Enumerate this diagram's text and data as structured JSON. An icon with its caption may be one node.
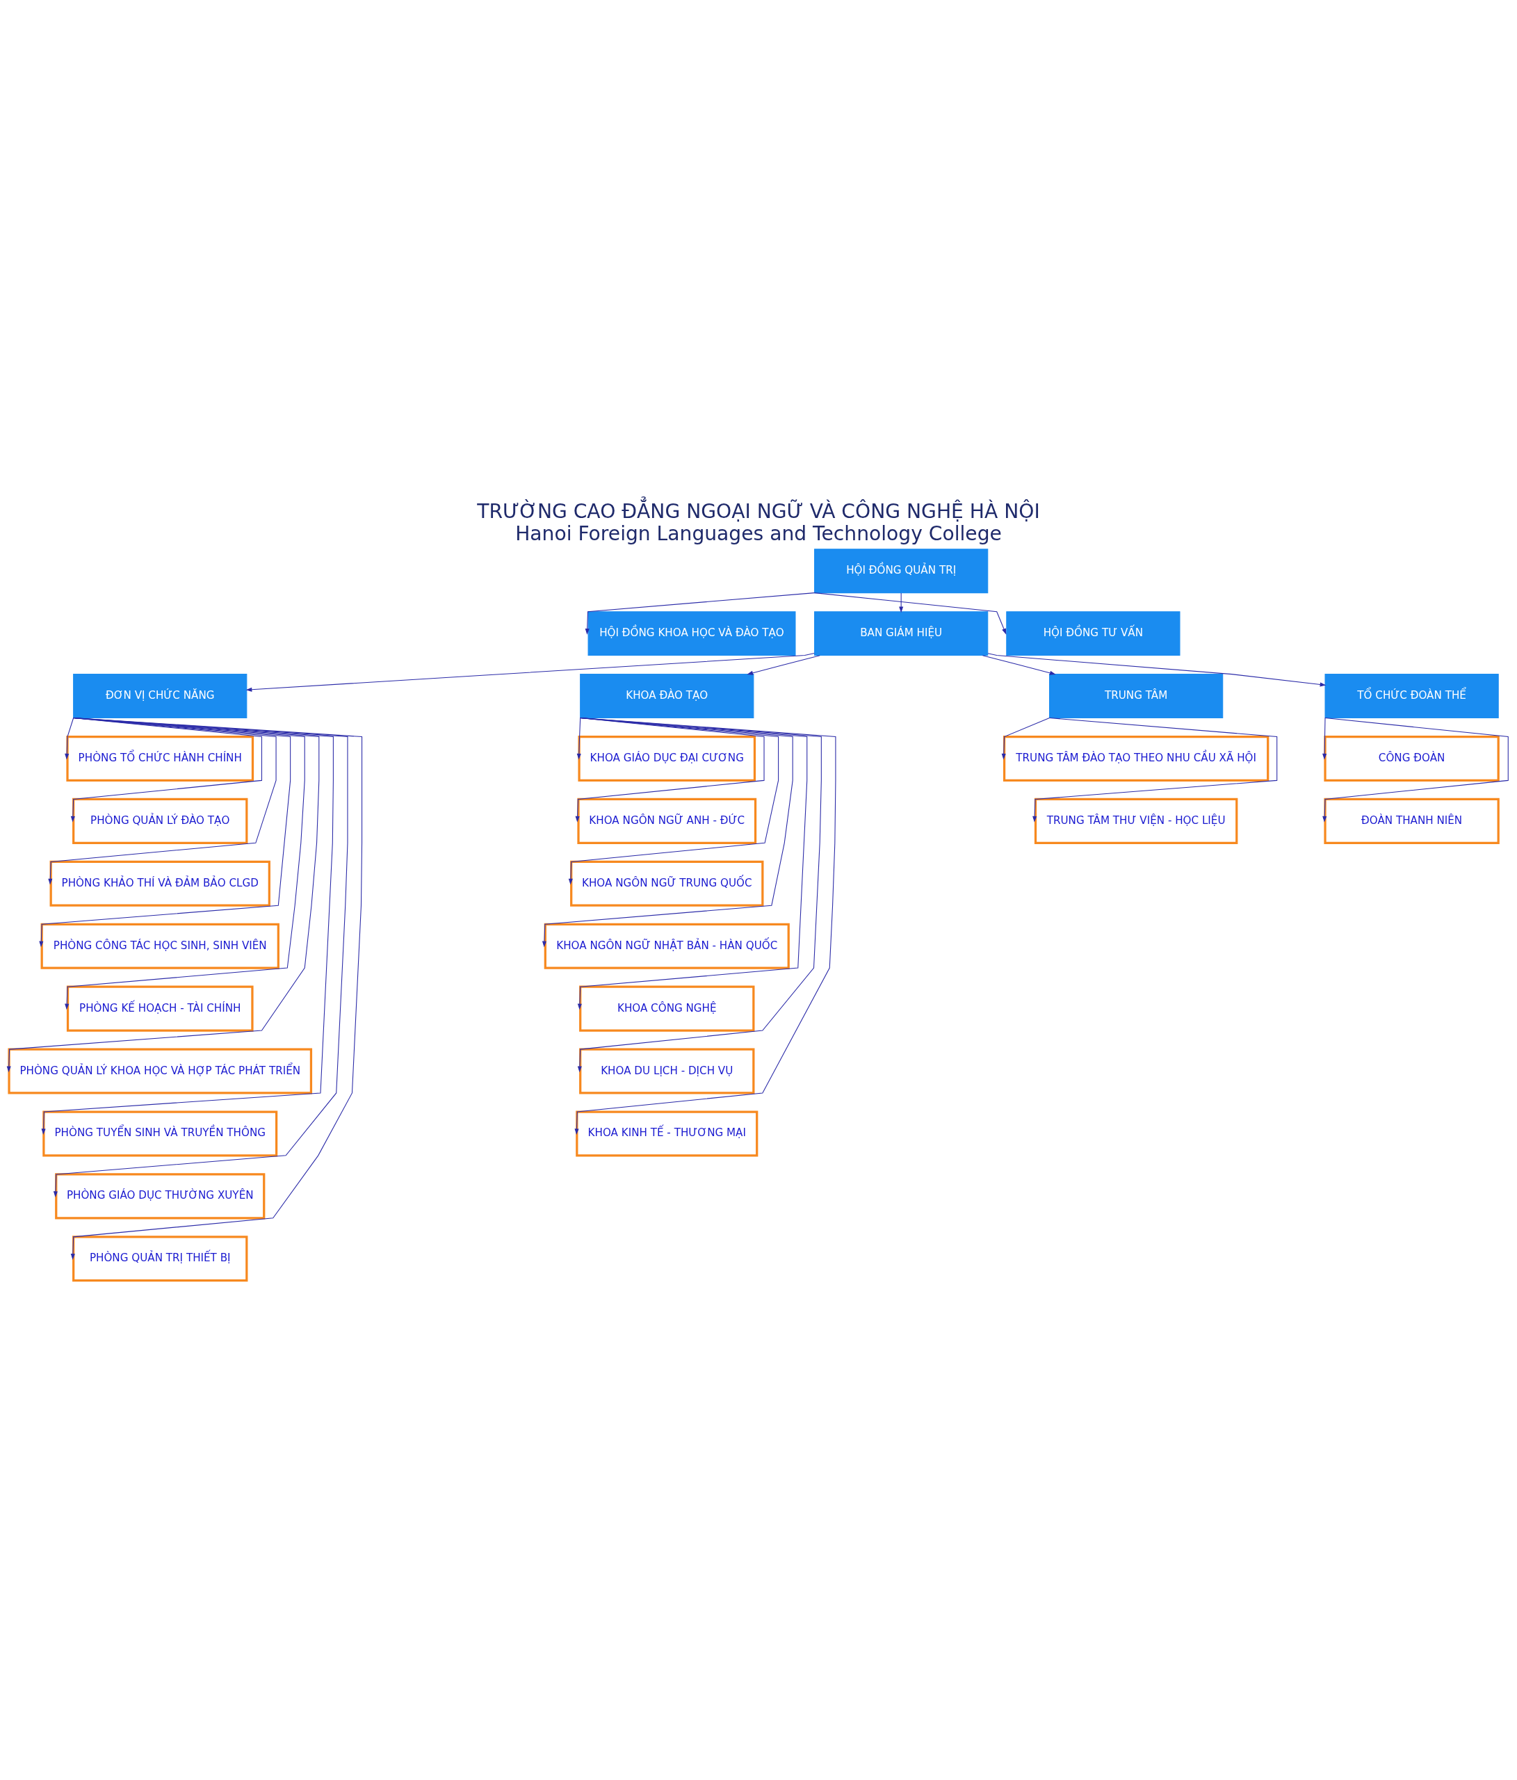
{
  "diagram": {
    "title": "TRƯỜNG CAO ĐẲNG NGOẠI NGỮ VÀ CÔNG NGHỆ HÀ NỘI",
    "caption": "Hanoi Foreign Languages and Technology College",
    "nodes": [
      {
        "text": [
          "HỘI ĐỒNG QUẢN TRỊ"
        ]
      },
      {
        "text": [
          "HỘI ĐỒNG KHOA HỌC VÀ ĐÀO TẠO"
        ]
      },
      {
        "text": [
          "BAN GIÁM HIỆU"
        ]
      },
      {
        "text": [
          "HỘI ĐỒNG TƯ VẤN"
        ]
      },
      {
        "text": [
          "ĐƠN VỊ CHỨC NĂNG"
        ]
      },
      {
        "text": [
          "KHOA ĐÀO TẠO"
        ]
      },
      {
        "text": [
          "TRUNG TÂM"
        ]
      },
      {
        "text": [
          "TỔ CHỨC ĐOÀN THỂ"
        ]
      },
      {
        "text": [
          "PHÒNG TỔ CHỨC HÀNH CHÍNH"
        ]
      },
      {
        "text": [
          "PHÒNG QUẢN LÝ ĐÀO TẠO"
        ]
      },
      {
        "text": [
          "PHÒNG KHẢO THÍ VÀ ĐẢM BẢO CLGD"
        ]
      },
      {
        "text": [
          "PHÒNG CÔNG TÁC HỌC SINH, SINH VIÊN"
        ]
      },
      {
        "text": [
          "PHÒNG KẾ HOẠCH - TÀI CHÍNH"
        ]
      },
      {
        "text": [
          "PHÒNG QUẢN LÝ KHOA HỌC VÀ HỢP TÁC PHÁT TRIỂN"
        ]
      },
      {
        "text": [
          "PHÒNG TUYỂN SINH VÀ TRUYỀN THÔNG"
        ]
      },
      {
        "text": [
          "PHÒNG GIÁO DỤC THƯỜNG XUYÊN"
        ]
      },
      {
        "text": [
          "PHÒNG QUẢN TRỊ THIẾT BỊ"
        ]
      },
      {
        "text": [
          "KHOA GIÁO DỤC ĐẠI CƯƠNG"
        ]
      },
      {
        "text": [
          "KHOA NGÔN NGỮ ANH - ĐỨC"
        ]
      },
      {
        "text": [
          "KHOA NGÔN NGỮ TRUNG QUỐC"
        ]
      },
      {
        "text": [
          "KHOA NGÔN NGỮ NHẬT BẢN - HÀN QUỐC"
        ]
      },
      {
        "text": [
          "KHOA CÔNG NGHỆ"
        ]
      },
      {
        "text": [
          "KHOA DU LỊCH - DỊCH VỤ"
        ]
      },
      {
        "text": [
          "KHOA KINH TẾ - THƯƠNG MẠI"
        ]
      },
      {
        "text": [
          "TRUNG TÂM ĐÀO TẠO THEO NHU CẦU XÃ HỘI"
        ]
      },
      {
        "text": [
          "TRUNG TÂM THƯ VIỆN - HỌC LIỆU"
        ]
      },
      {
        "text": [
          "CÔNG ĐOÀN"
        ]
      },
      {
        "text": [
          "ĐOÀN THANH NIÊN"
        ]
      }
    ],
    "edges": [
      {
        "from": 0,
        "to": 1,
        "arrow": "to"
      },
      {
        "from": 0,
        "to": 2,
        "arrow": "to"
      },
      {
        "from": 0,
        "to": 3,
        "arrow": "to"
      },
      {
        "from": 2,
        "to": 4,
        "arrow": "to"
      },
      {
        "from": 2,
        "to": 5,
        "arrow": "to"
      },
      {
        "from": 2,
        "to": 6,
        "arrow": "to"
      },
      {
        "from": 2,
        "to": 7,
        "arrow": "to"
      },
      {
        "from": 4,
        "to": 8,
        "arrow": "to"
      },
      {
        "from": 4,
        "to": 9,
        "arrow": "to"
      },
      {
        "from": 4,
        "to": 10,
        "arrow": "to"
      },
      {
        "from": 4,
        "to": 11,
        "arrow": "to"
      },
      {
        "from": 4,
        "to": 12,
        "arrow": "to"
      },
      {
        "from": 4,
        "to": 13,
        "arrow": "to"
      },
      {
        "from": 4,
        "to": 14,
        "arrow": "to"
      },
      {
        "from": 4,
        "to": 15,
        "arrow": "to"
      },
      {
        "from": 4,
        "to": 16,
        "arrow": "to"
      },
      {
        "from": 5,
        "to": 17,
        "arrow": "to"
      },
      {
        "from": 5,
        "to": 18,
        "arrow": "to"
      },
      {
        "from": 5,
        "to": 19,
        "arrow": "to"
      },
      {
        "from": 5,
        "to": 20,
        "arrow": "to"
      },
      {
        "from": 5,
        "to": 21,
        "arrow": "to"
      },
      {
        "from": 5,
        "to": 22,
        "arrow": "to"
      },
      {
        "from": 5,
        "to": 23,
        "arrow": "to"
      },
      {
        "from": 6,
        "to": 24,
        "arrow": "to"
      },
      {
        "from": 6,
        "to": 25,
        "arrow": "to"
      },
      {
        "from": 7,
        "to": 26,
        "arrow": "to"
      },
      {
        "from": 7,
        "to": 27,
        "arrow": "to"
      }
    ]
  }
}
